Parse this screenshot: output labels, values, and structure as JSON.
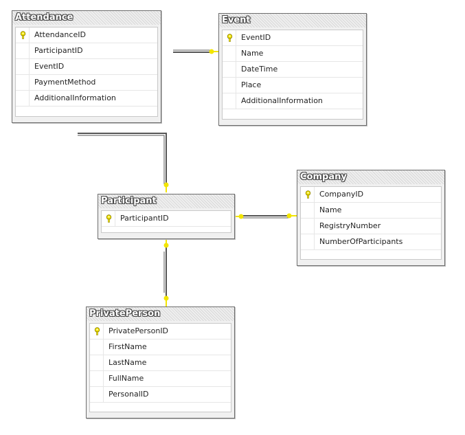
{
  "colors": {
    "connector": "#555555",
    "endpoint": "#f2e500",
    "key": "#f2e500"
  },
  "tables": {
    "attendance": {
      "title": "Attendance",
      "columns": [
        "AttendanceID",
        "ParticipantID",
        "EventID",
        "PaymentMethod",
        "AdditionalInformation"
      ],
      "primary_key": "AttendanceID"
    },
    "event": {
      "title": "Event",
      "columns": [
        "EventID",
        "Name",
        "DateTime",
        "Place",
        "AdditionalInformation"
      ],
      "primary_key": "EventID"
    },
    "participant": {
      "title": "Participant",
      "columns": [
        "ParticipantID"
      ],
      "primary_key": "ParticipantID"
    },
    "company": {
      "title": "Company",
      "columns": [
        "CompanyID",
        "Name",
        "RegistryNumber",
        "NumberOfParticipants"
      ],
      "primary_key": "CompanyID"
    },
    "private_person": {
      "title": "PrivatePerson",
      "columns": [
        "PrivatePersonID",
        "FirstName",
        "LastName",
        "FullName",
        "PersonalID"
      ],
      "primary_key": "PrivatePersonID"
    }
  },
  "relationships": [
    {
      "from": "Attendance",
      "to": "Event"
    },
    {
      "from": "Attendance",
      "to": "Participant"
    },
    {
      "from": "Participant",
      "to": "Company"
    },
    {
      "from": "Participant",
      "to": "PrivatePerson"
    }
  ]
}
